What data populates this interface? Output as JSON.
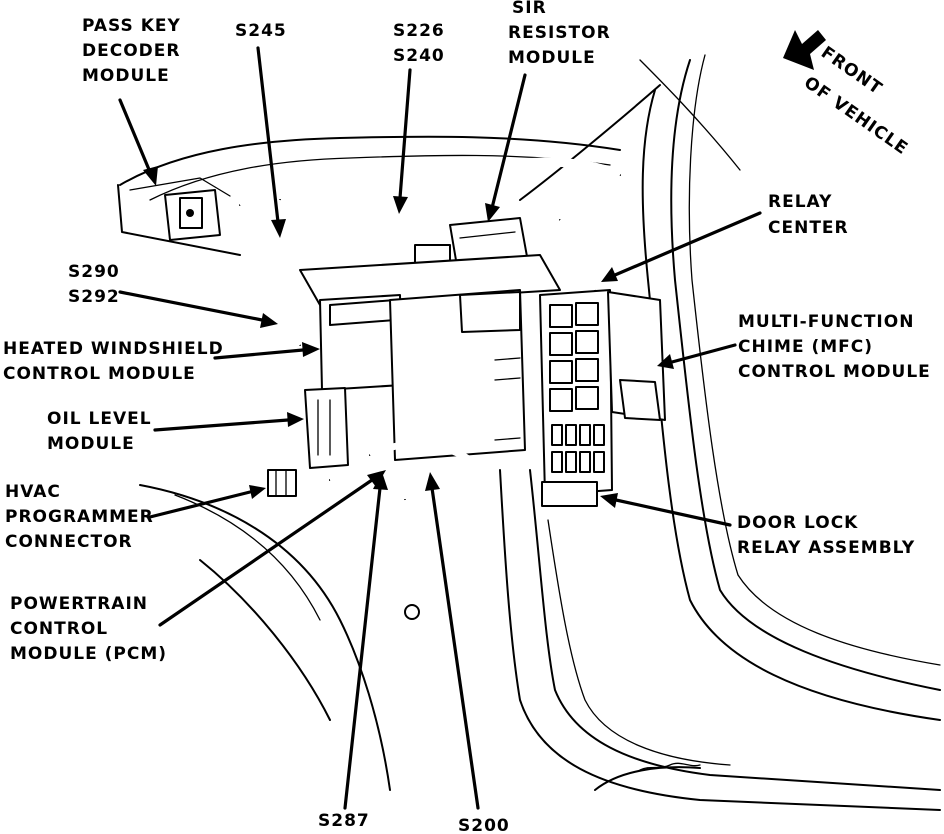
{
  "labels": {
    "pass_key": [
      "PASS KEY",
      "DECODER",
      "MODULE"
    ],
    "s245": "S245",
    "s226_s240": [
      "S226",
      "S240"
    ],
    "sir_resistor": [
      "SIR",
      "RESISTOR",
      "MODULE"
    ],
    "front_of_vehicle": [
      "FRONT",
      "OF VEHICLE"
    ],
    "relay_center": [
      "RELAY",
      "CENTER"
    ],
    "s290_s292": [
      "S290",
      "S292"
    ],
    "heated_windshield": [
      "HEATED WINDSHIELD",
      "CONTROL MODULE"
    ],
    "mfc": [
      "MULTI-FUNCTION",
      "CHIME (MFC)",
      "CONTROL MODULE"
    ],
    "oil_level": [
      "OIL LEVEL",
      "MODULE"
    ],
    "hvac": [
      "HVAC",
      "PROGRAMMER",
      "CONNECTOR"
    ],
    "door_lock": [
      "DOOR LOCK",
      "RELAY ASSEMBLY"
    ],
    "pcm": [
      "POWERTRAIN",
      "CONTROL",
      "MODULE (PCM)"
    ],
    "s287": "S287",
    "s200": "S200"
  }
}
